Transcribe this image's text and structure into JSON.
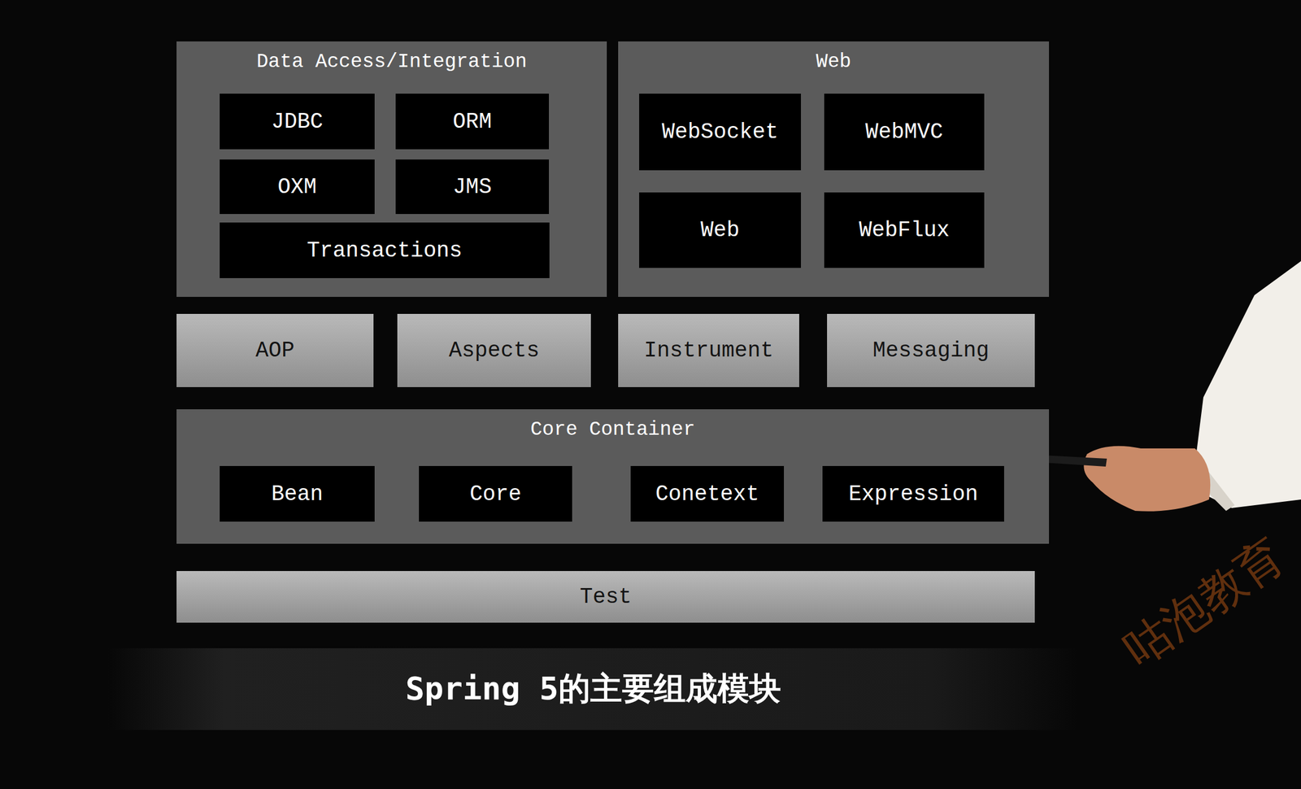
{
  "diagram": {
    "caption": "Spring 5的主要组成模块",
    "nodes": [
      {
        "text": [
          "Data Access/Integration"
        ]
      },
      {
        "text": [
          "JDBC"
        ],
        "in": 0
      },
      {
        "text": [
          "ORM"
        ],
        "in": 0
      },
      {
        "text": [
          "OXM"
        ],
        "in": 0
      },
      {
        "text": [
          "JMS"
        ],
        "in": 0
      },
      {
        "text": [
          "Transactions"
        ],
        "in": 0
      },
      {
        "text": [
          "Web"
        ]
      },
      {
        "text": [
          "WebSocket"
        ],
        "in": 6
      },
      {
        "text": [
          "WebMVC"
        ],
        "in": 6
      },
      {
        "text": [
          "Web"
        ],
        "in": 6
      },
      {
        "text": [
          "WebFlux"
        ],
        "in": 6
      },
      {
        "text": [
          "AOP"
        ]
      },
      {
        "text": [
          "Aspects"
        ]
      },
      {
        "text": [
          "Instrument"
        ]
      },
      {
        "text": [
          "Messaging"
        ]
      },
      {
        "text": [
          "Core Container"
        ]
      },
      {
        "text": [
          "Bean"
        ],
        "in": 15
      },
      {
        "text": [
          "Core"
        ],
        "in": 15
      },
      {
        "text": [
          "Conetext"
        ],
        "in": 15
      },
      {
        "text": [
          "Expression"
        ],
        "in": 15
      },
      {
        "text": [
          "Test"
        ]
      }
    ],
    "labels": [
      "咕泡教育"
    ]
  }
}
